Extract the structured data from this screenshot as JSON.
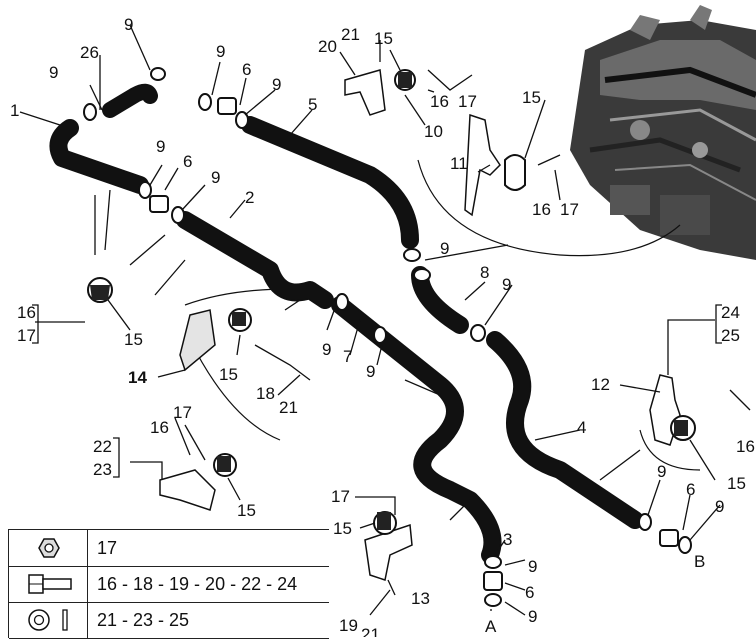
{
  "callouts": {
    "c1": "1",
    "c2": "2",
    "c3": "3",
    "c4": "4",
    "c5": "5",
    "c6": "6",
    "c7": "7",
    "c8": "8",
    "c9": "9",
    "c10": "10",
    "c11": "11",
    "c12": "12",
    "c13": "13",
    "c14": "14",
    "c15": "15",
    "c16": "16",
    "c17": "17",
    "c18": "18",
    "c19": "19",
    "c20": "20",
    "c21": "21",
    "c22": "22",
    "c23": "23",
    "c24": "24",
    "c25": "25",
    "c26": "26",
    "A": "A",
    "B": "B"
  },
  "legend": {
    "rows": [
      {
        "icon": "nut-icon",
        "text": "17"
      },
      {
        "icon": "bolt-icon",
        "text": "16 - 18 - 19 - 20 - 22 - 24"
      },
      {
        "icon": "washer-icon",
        "text": "21 - 23 - 25"
      }
    ]
  },
  "colors": {
    "highlight": "#f2e88a",
    "ink": "#111111"
  }
}
